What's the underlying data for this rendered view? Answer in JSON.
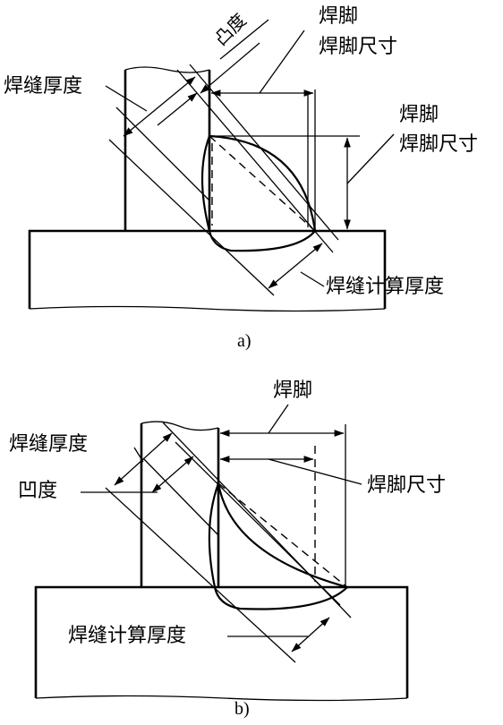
{
  "figure_a": {
    "caption": "a)",
    "labels": {
      "convexity": "凸度",
      "weld_leg_1": "焊脚",
      "weld_leg_size_1": "焊脚尺寸",
      "weld_leg_2": "焊脚",
      "weld_leg_size_2": "焊脚尺寸",
      "weld_thickness": "焊缝厚度",
      "calc_thickness": "焊缝计算厚度"
    }
  },
  "figure_b": {
    "caption": "b)",
    "labels": {
      "weld_leg": "焊脚",
      "weld_thickness": "焊缝厚度",
      "concavity": "凹度",
      "weld_leg_size": "焊脚尺寸",
      "calc_thickness": "焊缝计算厚度"
    }
  }
}
